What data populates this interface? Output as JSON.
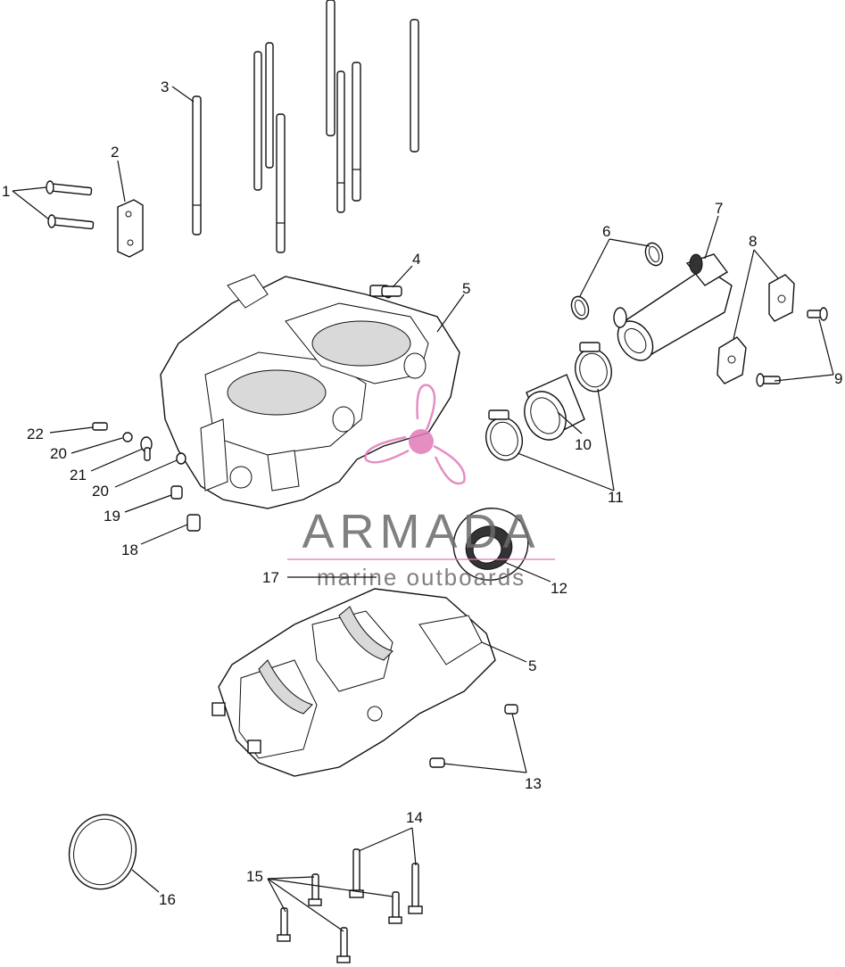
{
  "callouts": [
    {
      "id": "c1",
      "label": "1"
    },
    {
      "id": "c2",
      "label": "2"
    },
    {
      "id": "c3",
      "label": "3"
    },
    {
      "id": "c4",
      "label": "4"
    },
    {
      "id": "c5a",
      "label": "5"
    },
    {
      "id": "c5b",
      "label": "5"
    },
    {
      "id": "c6",
      "label": "6"
    },
    {
      "id": "c7",
      "label": "7"
    },
    {
      "id": "c8",
      "label": "8"
    },
    {
      "id": "c9",
      "label": "9"
    },
    {
      "id": "c10",
      "label": "10"
    },
    {
      "id": "c11",
      "label": "11"
    },
    {
      "id": "c12",
      "label": "12"
    },
    {
      "id": "c13",
      "label": "13"
    },
    {
      "id": "c14",
      "label": "14"
    },
    {
      "id": "c15",
      "label": "15"
    },
    {
      "id": "c16",
      "label": "16"
    },
    {
      "id": "c17",
      "label": "17"
    },
    {
      "id": "c18",
      "label": "18"
    },
    {
      "id": "c19",
      "label": "19"
    },
    {
      "id": "c20a",
      "label": "20"
    },
    {
      "id": "c20b",
      "label": "20"
    },
    {
      "id": "c21",
      "label": "21"
    },
    {
      "id": "c22",
      "label": "22"
    }
  ],
  "watermark": {
    "brand": "ARMADA",
    "tagline": "marine outboards",
    "brand_color": "#6b6b6b",
    "accent_color": "#e07bb8"
  },
  "colors": {
    "line": "#111111",
    "background": "#ffffff"
  }
}
